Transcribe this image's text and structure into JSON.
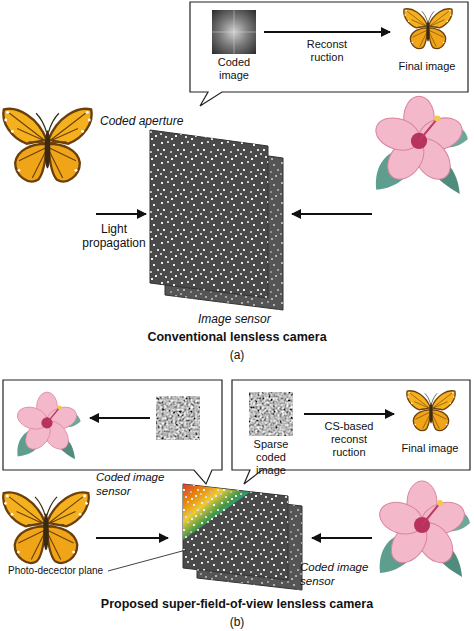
{
  "diagram": {
    "nodes": [
      {
        "text": [
          "Coded image"
        ]
      },
      {
        "text": [
          "Final image"
        ]
      },
      {
        "text": [
          "Sparse coded image"
        ]
      },
      {
        "text": [
          "Final image"
        ]
      }
    ],
    "edges": [
      {
        "from": 0,
        "to": 1,
        "arrow": "to",
        "label": "Reconst ruction"
      },
      {
        "from": 2,
        "to": 3,
        "arrow": "to",
        "label": "CS-based reconst ruction"
      }
    ],
    "labels": [
      "Coded aperture",
      "Light propagation",
      "Image sensor",
      "Conventional lensless camera",
      "(a)",
      "Coded image sensor",
      "Coded image sensor",
      "Photo-decector plane",
      "Proposed super-field-of-view lensless camera",
      "(b)"
    ]
  }
}
